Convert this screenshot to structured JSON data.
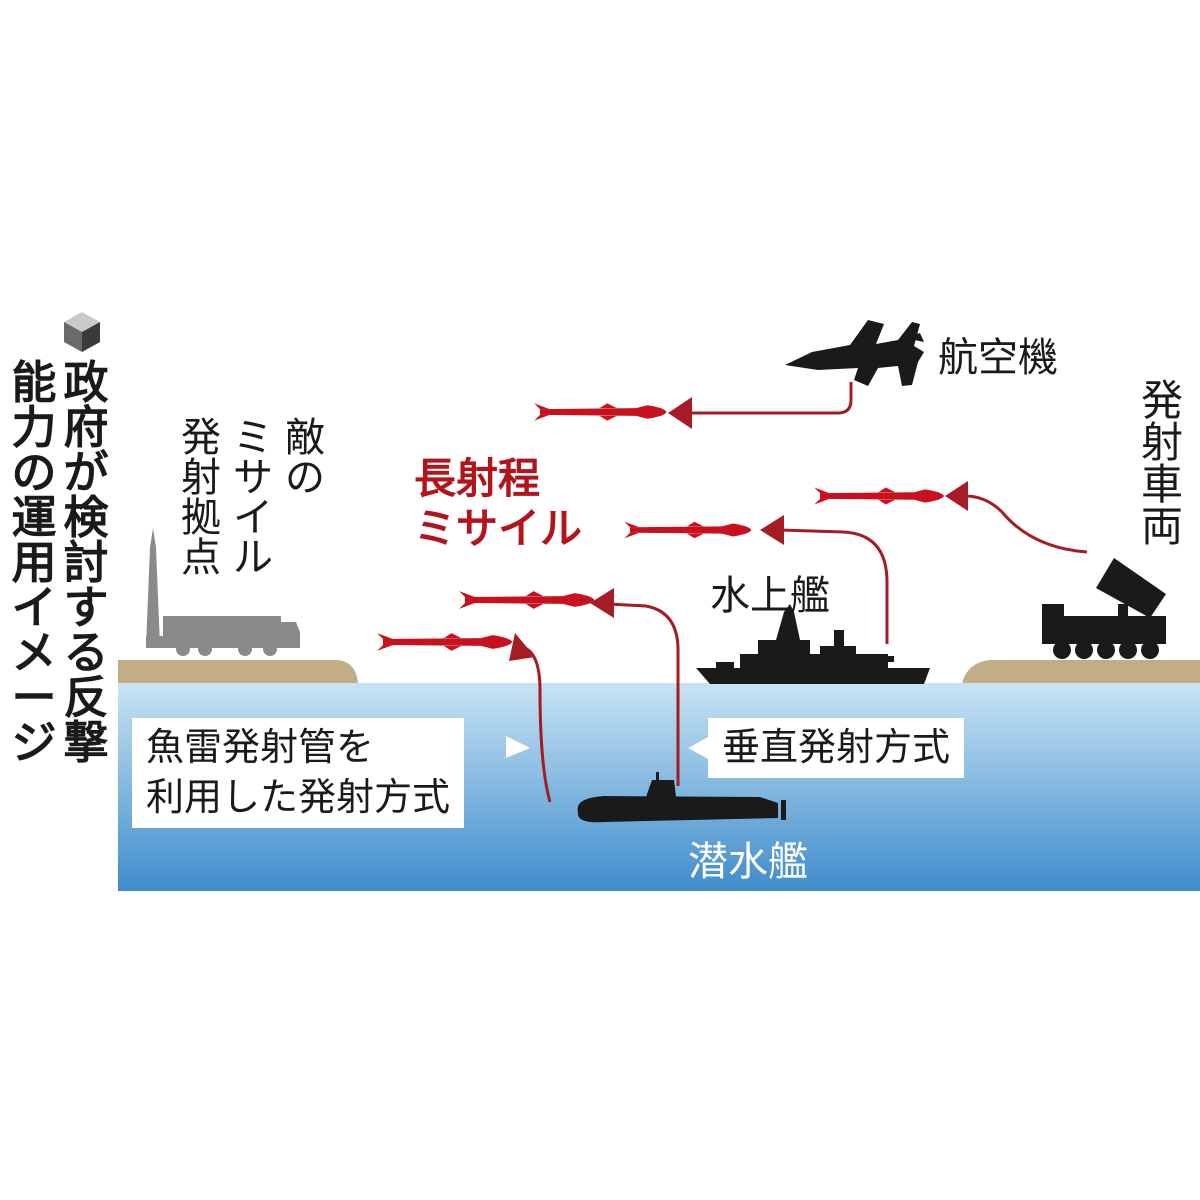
{
  "title": {
    "line1": "政府が検討する反撃",
    "line2": "能力の運用イメージ"
  },
  "labels": {
    "enemy_base": [
      "敵の",
      "ミサイル",
      "発射拠点"
    ],
    "long_range_missile": [
      "長射程",
      "ミサイル"
    ],
    "aircraft": "航空機",
    "launcher_vehicle": "発射車両",
    "surface_ship": "水上艦",
    "submarine": "潜水艦",
    "torpedo_launch": [
      "魚雷発射管を",
      "利用した発射方式"
    ],
    "vertical_launch": "垂直発射方式"
  },
  "colors": {
    "sea_top": "#c8e4f3",
    "sea_bottom": "#3f8ccc",
    "land": "#c2ae86",
    "missile": "#c8101e",
    "arrow": "#a51c24",
    "text": "#1a1a1a",
    "missile_label": "#b3141b",
    "enemy_launcher": "#8a8a8a",
    "silhouette": "#1a1a1a"
  },
  "icons": [
    "title-cube-icon",
    "enemy-launcher-icon",
    "fighter-jet-icon",
    "launcher-truck-icon",
    "warship-icon",
    "submarine-icon",
    "missile-icon",
    "arrow-icon"
  ]
}
